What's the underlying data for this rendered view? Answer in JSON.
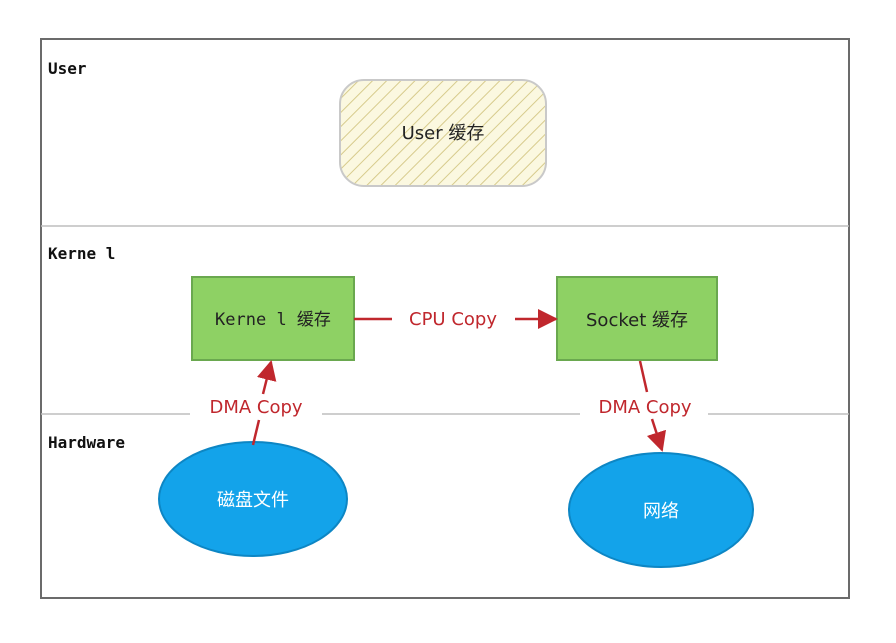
{
  "layers": {
    "user": "User",
    "kernel": "Kerne l",
    "hardware": "Hardware"
  },
  "nodes": {
    "user_buffer": "User 缓存",
    "kernel_buffer": "Kerne l 缓存",
    "socket_buffer": "Socket 缓存",
    "disk_file": "磁盘文件",
    "network": "网络"
  },
  "edges": {
    "cpu_copy": "CPU Copy",
    "dma_copy_left": "DMA Copy",
    "dma_copy_right": "DMA Copy"
  },
  "colors": {
    "border": "#6b6b6b",
    "divider": "#bdbdbd",
    "user_fill": "#fbf8e0",
    "hatch": "#d7cb8c",
    "box_fill": "#8ed164",
    "box_stroke": "#6aa84f",
    "ellipse_fill": "#13a3ea",
    "ellipse_stroke": "#0d86c4",
    "arrow": "#c0272d"
  }
}
